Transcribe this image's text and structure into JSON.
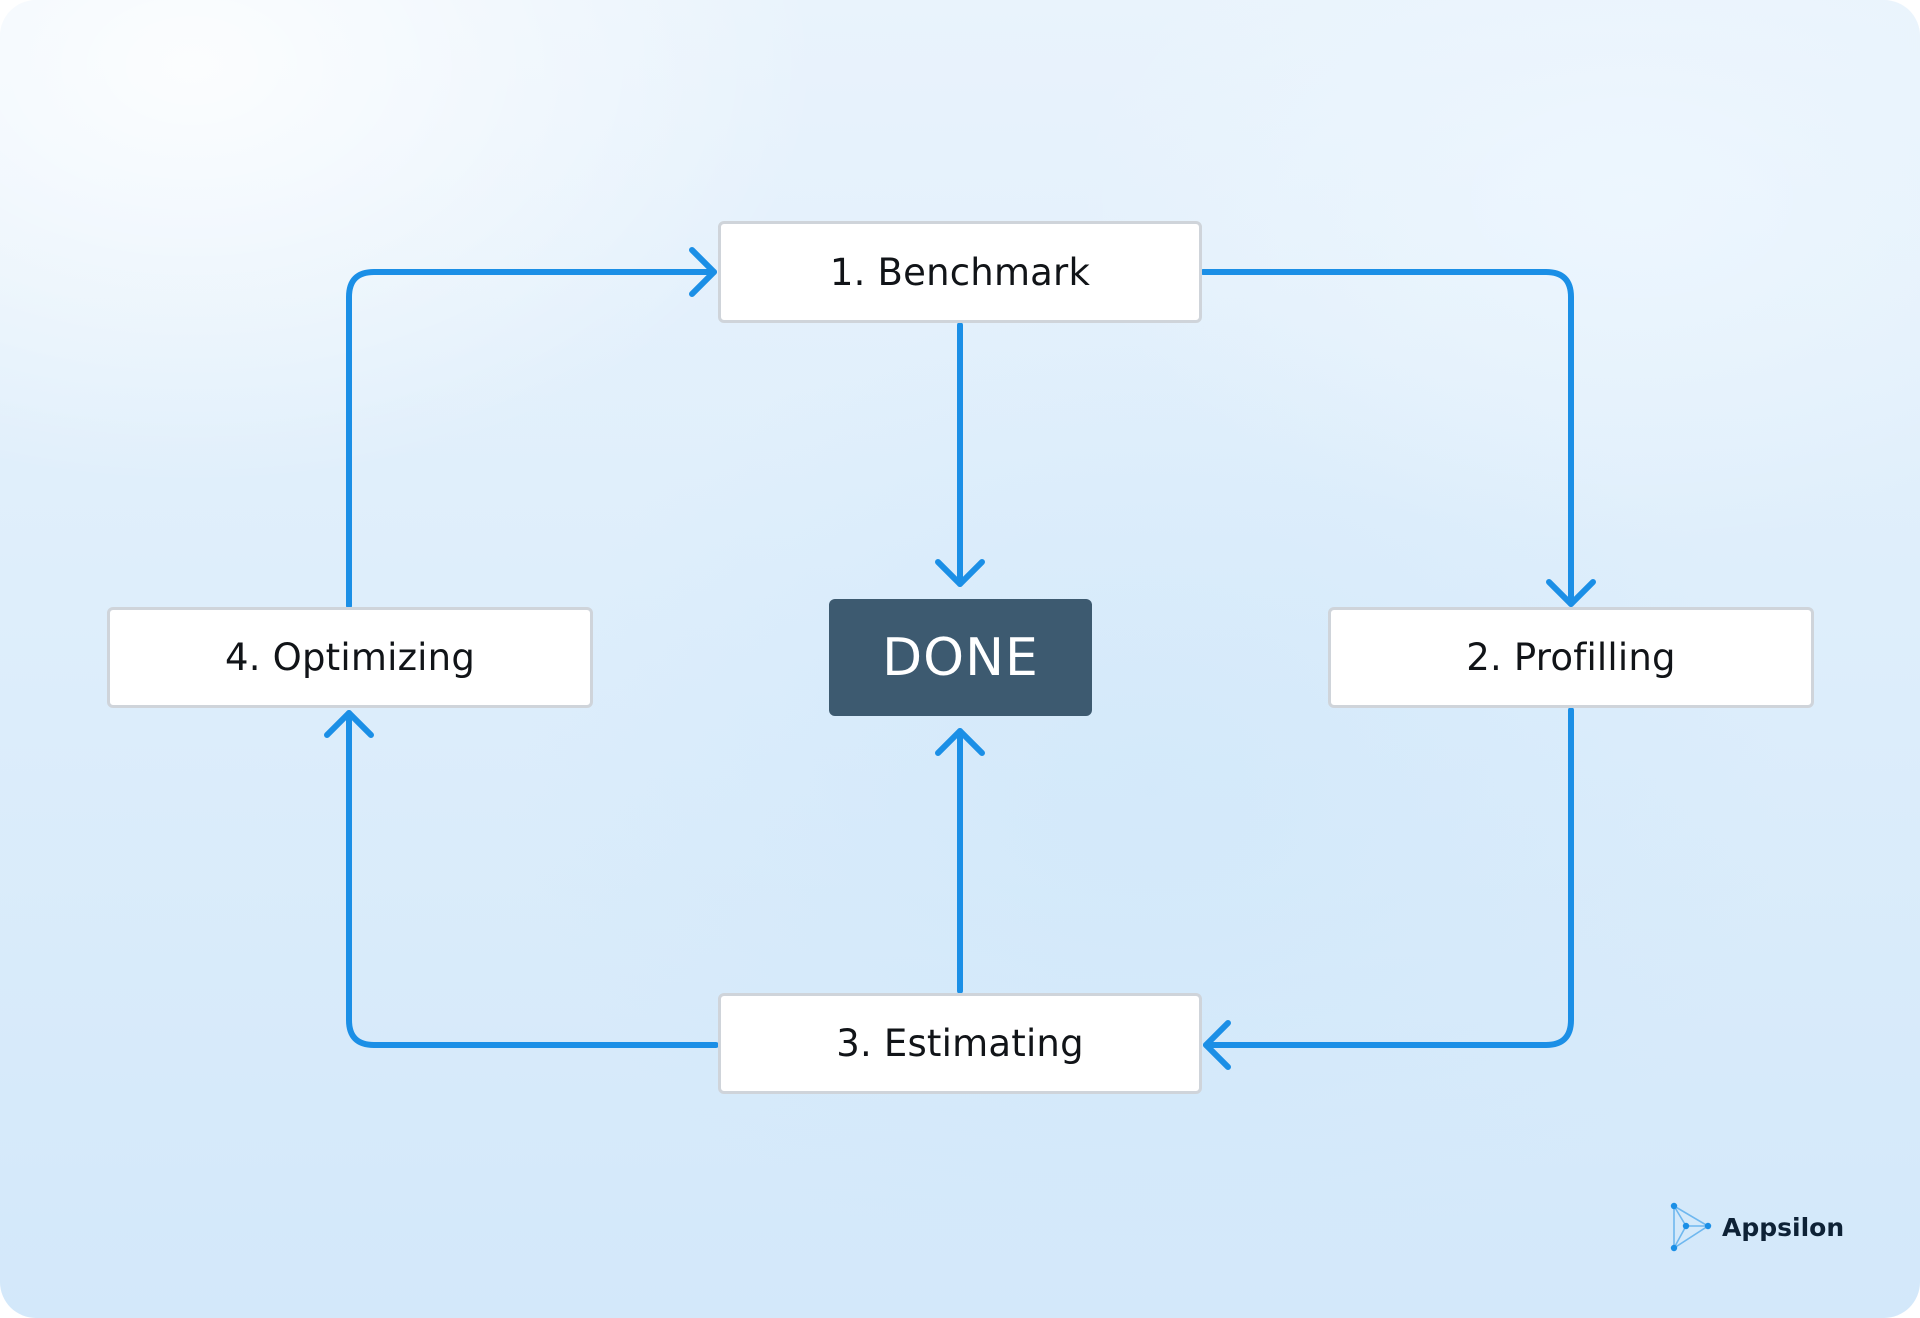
{
  "diagram": {
    "nodes": {
      "benchmark": "1. Benchmark",
      "profiling": "2. Profilling",
      "estimating": "3. Estimating",
      "optimizing": "4. Optimizing",
      "done": "DONE"
    },
    "edges": [
      {
        "from": "benchmark",
        "to": "profiling"
      },
      {
        "from": "profiling",
        "to": "estimating"
      },
      {
        "from": "estimating",
        "to": "optimizing"
      },
      {
        "from": "optimizing",
        "to": "benchmark"
      },
      {
        "from": "benchmark",
        "to": "done"
      },
      {
        "from": "estimating",
        "to": "done"
      }
    ],
    "colors": {
      "connector": "#1b8fe6",
      "done_fill": "#3d5a70",
      "node_border": "#cfd4da"
    }
  },
  "branding": {
    "logo_text": "Appsilon",
    "logo_icon": "appsilon-logo-icon"
  }
}
